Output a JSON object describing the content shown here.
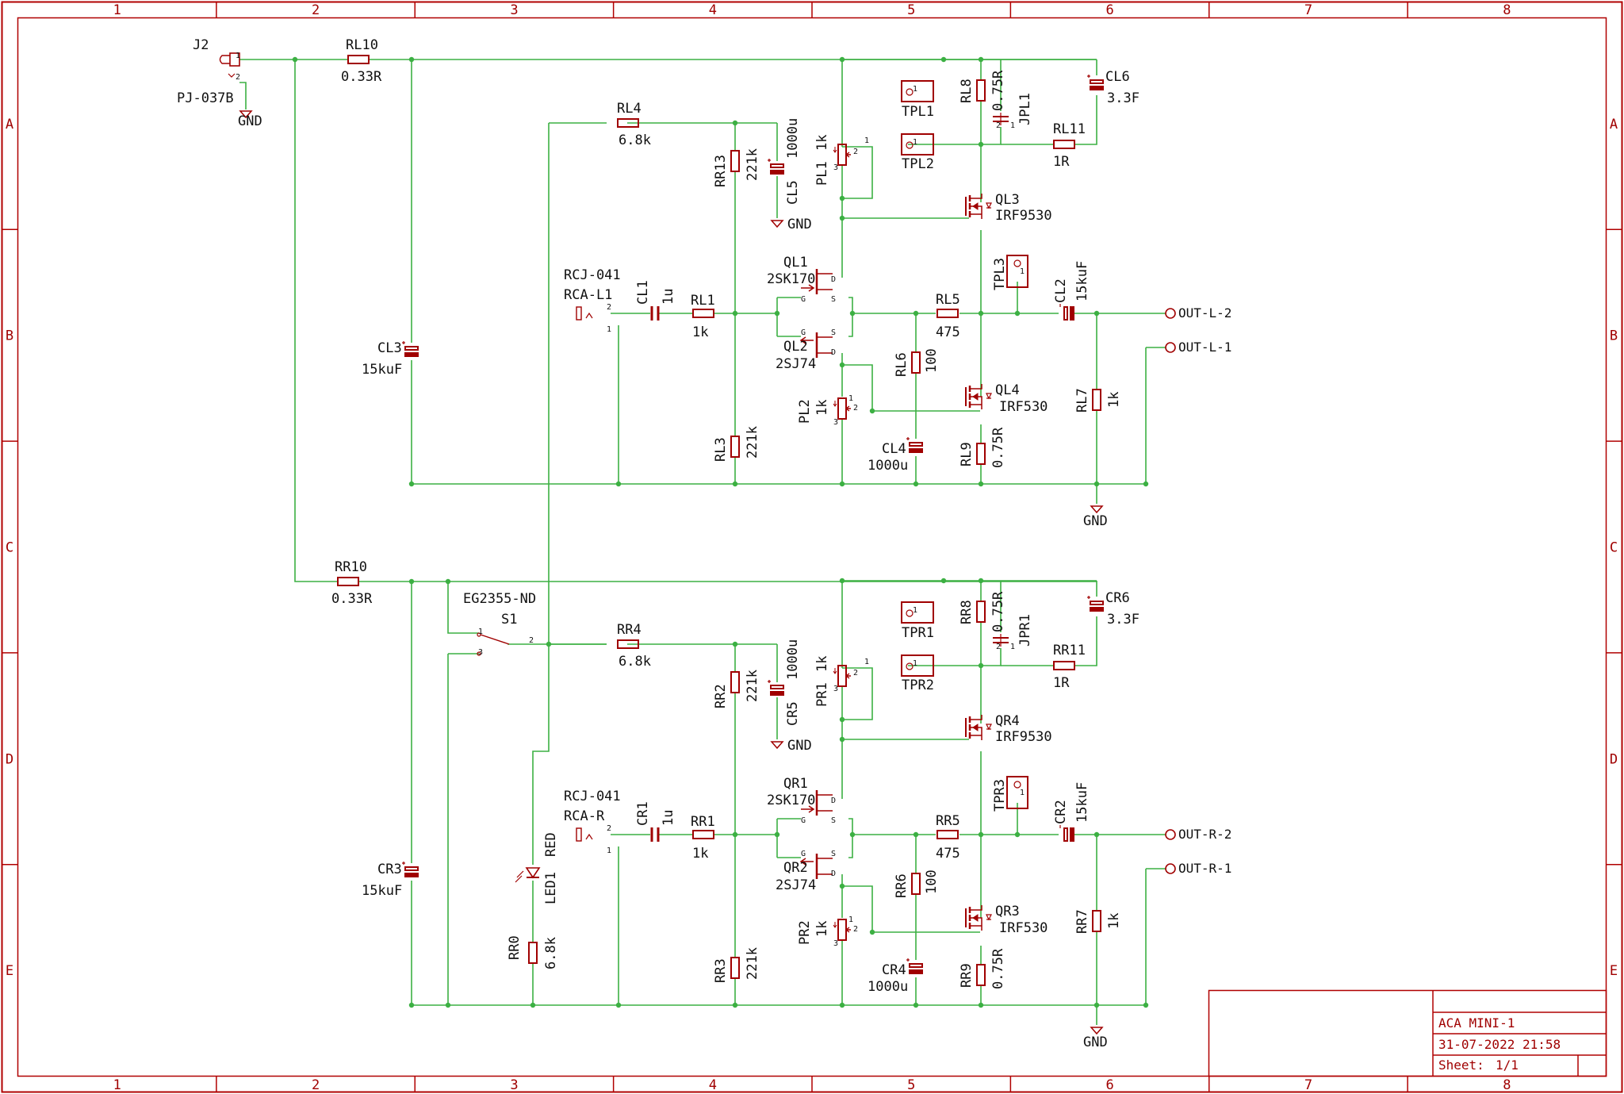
{
  "colors": {
    "wire": "#3cb043",
    "part": "#a00000",
    "text": "#111111",
    "frame": "#b00000"
  },
  "frame": {
    "columns": [
      "1",
      "2",
      "3",
      "4",
      "5",
      "6",
      "7",
      "8"
    ],
    "rows": [
      "A",
      "B",
      "C",
      "D",
      "E"
    ]
  },
  "title_block": {
    "title": "ACA MINI-1",
    "date": "31-07-2022 21:58",
    "sheet_label": "Sheet:",
    "sheet": "1/1"
  },
  "power": {
    "j2": {
      "ref": "J2",
      "value": "PJ-037B",
      "pin1": "1",
      "pin2": "2"
    },
    "rl10": {
      "ref": "RL10",
      "value": "0.33R"
    },
    "rr10": {
      "ref": "RR10",
      "value": "0.33R"
    },
    "cl3": {
      "ref": "CL3",
      "value": "15kuF"
    },
    "cr3": {
      "ref": "CR3",
      "value": "15kuF"
    },
    "s1": {
      "ref": "S1",
      "value": "EG2355-ND",
      "pin1": "1",
      "pin2": "2",
      "pin3": "3"
    },
    "led1": {
      "ref": "LED1",
      "value": "RED"
    },
    "rr0": {
      "ref": "RR0",
      "value": "6.8k"
    },
    "gnd": "GND"
  },
  "left": {
    "rca": {
      "ref": "RCA-L1",
      "value": "RCJ-041",
      "pin1": "1",
      "pin2": "2"
    },
    "c1": {
      "ref": "CL1",
      "value": "1u"
    },
    "r1": {
      "ref": "RL1",
      "value": "1k"
    },
    "r4": {
      "ref": "RL4",
      "value": "6.8k"
    },
    "r13": {
      "ref": "RR13",
      "value": "221k"
    },
    "r3": {
      "ref": "RL3",
      "value": "221k"
    },
    "c5": {
      "ref": "CL5",
      "value": "1000u"
    },
    "q1": {
      "ref": "QL1",
      "value": "2SK170",
      "g": "G",
      "d": "D",
      "s": "S"
    },
    "q2": {
      "ref": "QL2",
      "value": "2SJ74",
      "g": "G",
      "d": "D",
      "s": "S"
    },
    "p1": {
      "ref": "PL1",
      "value": "1k",
      "pa": "1",
      "pb": "2",
      "pc": "3"
    },
    "p2": {
      "ref": "PL2",
      "value": "1k",
      "pa": "1",
      "pb": "2",
      "pc": "3"
    },
    "r6": {
      "ref": "RL6",
      "value": "100"
    },
    "c4": {
      "ref": "CL4",
      "value": "1000u"
    },
    "r5": {
      "ref": "RL5",
      "value": "475"
    },
    "qa": {
      "ref": "QL3",
      "value": "IRF9530"
    },
    "qb": {
      "ref": "QL4",
      "value": "IRF530"
    },
    "r8": {
      "ref": "RL8",
      "value": "0.75R"
    },
    "r9": {
      "ref": "RL9",
      "value": "0.75R"
    },
    "tp1": {
      "ref": "TPL1",
      "pin": "1"
    },
    "tp2": {
      "ref": "TPL2",
      "pin": "1"
    },
    "tp3": {
      "ref": "TPL3",
      "pin": "1"
    },
    "jp": {
      "ref": "JPL1",
      "pin1": "1",
      "pin2": "2"
    },
    "r11": {
      "ref": "RL11",
      "value": "1R"
    },
    "c6": {
      "ref": "CL6",
      "value": "3.3F"
    },
    "c2": {
      "ref": "CL2",
      "value": "15kuF"
    },
    "r7": {
      "ref": "RL7",
      "value": "1k"
    },
    "out2": "OUT-L-2",
    "out1": "OUT-L-1",
    "gnd": "GND"
  },
  "right": {
    "rca": {
      "ref": "RCA-R",
      "value": "RCJ-041",
      "pin1": "1",
      "pin2": "2"
    },
    "c1": {
      "ref": "CR1",
      "value": "1u"
    },
    "r1": {
      "ref": "RR1",
      "value": "1k"
    },
    "r4": {
      "ref": "RR4",
      "value": "6.8k"
    },
    "r13": {
      "ref": "RR2",
      "value": "221k"
    },
    "r3": {
      "ref": "RR3",
      "value": "221k"
    },
    "c5": {
      "ref": "CR5",
      "value": "1000u"
    },
    "q1": {
      "ref": "QR1",
      "value": "2SK170",
      "g": "G",
      "d": "D",
      "s": "S"
    },
    "q2": {
      "ref": "QR2",
      "value": "2SJ74",
      "g": "G",
      "d": "D",
      "s": "S"
    },
    "p1": {
      "ref": "PR1",
      "value": "1k",
      "pa": "1",
      "pb": "2",
      "pc": "3"
    },
    "p2": {
      "ref": "PR2",
      "value": "1k",
      "pa": "1",
      "pb": "2",
      "pc": "3"
    },
    "r6": {
      "ref": "RR6",
      "value": "100"
    },
    "c4": {
      "ref": "CR4",
      "value": "1000u"
    },
    "r5": {
      "ref": "RR5",
      "value": "475"
    },
    "qa": {
      "ref": "QR4",
      "value": "IRF9530"
    },
    "qb": {
      "ref": "QR3",
      "value": "IRF530"
    },
    "r8": {
      "ref": "RR8",
      "value": "0.75R"
    },
    "r9": {
      "ref": "RR9",
      "value": "0.75R"
    },
    "tp1": {
      "ref": "TPR1",
      "pin": "1"
    },
    "tp2": {
      "ref": "TPR2",
      "pin": "1"
    },
    "tp3": {
      "ref": "TPR3",
      "pin": "1"
    },
    "jp": {
      "ref": "JPR1",
      "pin1": "1",
      "pin2": "2"
    },
    "r11": {
      "ref": "RR11",
      "value": "1R"
    },
    "c6": {
      "ref": "CR6",
      "value": "3.3F"
    },
    "c2": {
      "ref": "CR2",
      "value": "15kuF"
    },
    "r7": {
      "ref": "RR7",
      "value": "1k"
    },
    "out2": "OUT-R-2",
    "out1": "OUT-R-1",
    "gnd": "GND"
  }
}
